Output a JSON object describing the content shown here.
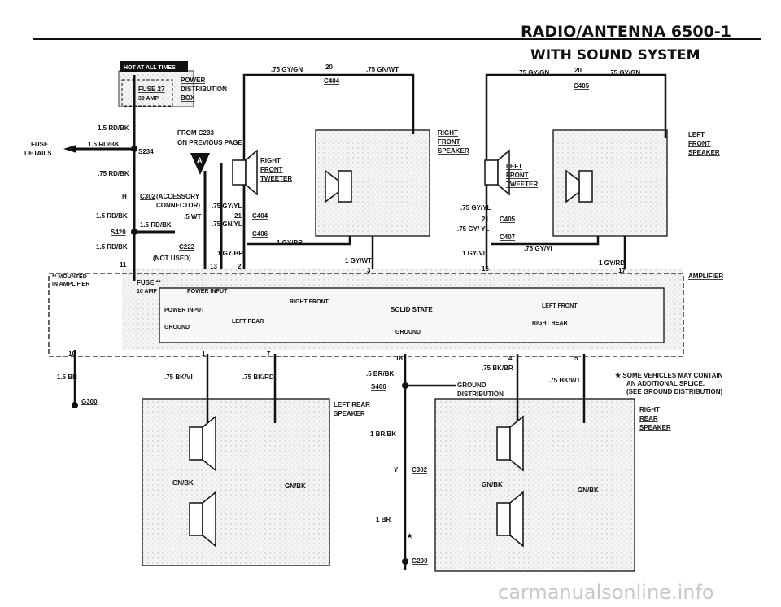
{
  "header": {
    "title": "RADIO/ANTENNA  6500-1",
    "subtitle": "WITH SOUND SYSTEM"
  },
  "hot_badge": "HOT AT ALL TIMES",
  "power_dist": {
    "fuse": "FUSE 27",
    "amp": "30 AMP",
    "l1": "POWER",
    "l2": "DISTRIBUTION",
    "l3": "BOX"
  },
  "fuse_details": {
    "l1": "FUSE",
    "l2": "DETAILS"
  },
  "labels": {
    "w15rdbk_a": "1.5 RD/BK",
    "w15rdbk_b": "1.5 RD/BK",
    "s234": "S234",
    "from1": "FROM C233",
    "from2": "ON PREVIOUS PAGE",
    "w75rdbk": ".75 RD/BK",
    "h": "H",
    "c302": "C302",
    "acc1": "(ACCESSORY",
    "acc2": "CONNECTOR)",
    "w5wt": ".5 WT",
    "w15rdbk_c": "1.5 RD/BK",
    "w15rdbk_d": "1.5 RD/BK",
    "s420": "S420",
    "w15rdbk_e": "1.5 RD/BK",
    "c222": "C222",
    "notused": "(NOT USED)",
    "p11": "11",
    "p13": "13",
    "p2": "2",
    "p3": "3",
    "p16": "16",
    "p17": "17",
    "p10": "10",
    "p1": "1",
    "p7": "7",
    "p18": "18",
    "p4": "4",
    "p5": "5",
    "c404_top": "C404",
    "w75gygn_1": ".75 GY/GN",
    "w20_1": "20",
    "w75gnwt": ".75 GN/WT",
    "w75gyyl_1": ".75 GY/YL",
    "p21_1": "21",
    "c404_b": "C404",
    "w75gnyl": ".75 GN/YL",
    "c406": "C406",
    "w1gybr_1": "1 GY/BR",
    "w1gybr_2": "1 GY/BR",
    "w1gywt": "1 GY/WT",
    "rft1": "RIGHT",
    "rft2": "FRONT",
    "rft3": "TWEETER",
    "rfs1": "RIGHT",
    "rfs2": "FRONT",
    "rfs3": "SPEAKER",
    "w75gygn_2": ".75 GY/GN",
    "w20_2": "20",
    "w75gygn_3": ".75 GY/GN",
    "c405_top": "C405",
    "lft1": "LEFT",
    "lft2": "FRONT",
    "lft3": "TWEETER",
    "w75gyyl_2": ".75 GY/YL",
    "p21_2": "21",
    "c405_b": "C405",
    "w75gyyl_3": ".75 GY/ YL",
    "c407": "C407",
    "w75gyvi": ".75 GY/VI",
    "w1gyvi": "1 GY/VI",
    "w1gyrd": "1 GY/RD",
    "lfs1": "LEFT",
    "lfs2": "FRONT",
    "lfs3": "SPEAKER",
    "mounted1": "** MOUNTED",
    "mounted2": "IN AMPLIFIER",
    "fuse_in": "FUSE **",
    "amp10": "10 AMP",
    "pwr_in1": "POWER INPUT",
    "pwr_in2": "POWER INPUT",
    "ground_in": "GROUND",
    "right_front": "RIGHT FRONT",
    "left_front": "LEFT FRONT",
    "solid_state": "SOLID STATE",
    "left_rear": "LEFT REAR",
    "right_rear": "RIGHT REAR",
    "ground_c": "GROUND",
    "amplifier": "AMPLIFIER",
    "w15br": "1.5 BR",
    "g300": "G300",
    "w75bkvi": ".75 BK/VI",
    "w75bkrd": ".75 BK/RD",
    "w5brbk": ".5 BR/BK",
    "s400": "S400",
    "gd1": "GROUND",
    "gd2": "DISTRIBUTION",
    "w75bkbr": ".75 BK/BR",
    "w75bkwt": ".75 BK/WT",
    "note1": "★ SOME VEHICLES MAY CONTAIN",
    "note2": "AN ADDITIONAL SPLICE.",
    "note3": "(SEE GROUND DISTRIBUTION)",
    "lrs1": "LEFT REAR",
    "lrs2": "SPEAKER",
    "w1brbk": "1 BR/BK",
    "y": "Y",
    "c302_b": "C302",
    "w1br": "1 BR",
    "star": "★",
    "g200": "G200",
    "gnbk_1": "GN/BK",
    "gnbk_2": "GN/BK",
    "gnbk_3": "GN/BK",
    "gnbk_4": "GN/BK",
    "rrs1": "RIGHT",
    "rrs2": "REAR",
    "rrs3": "SPEAKER"
  },
  "watermark": "carmanualsonline.info"
}
